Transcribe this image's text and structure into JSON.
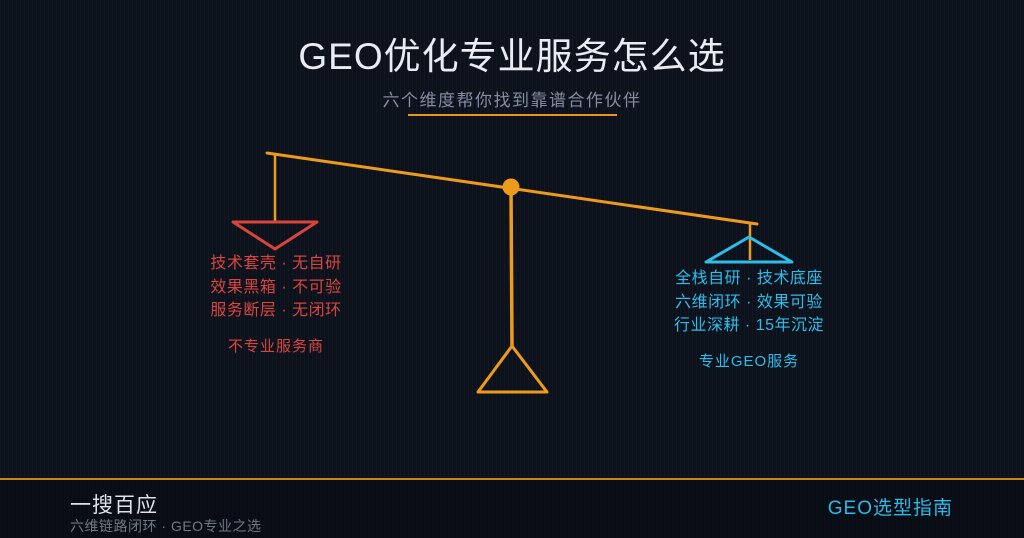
{
  "title": "GEO优化专业服务怎么选",
  "subtitle": "六个维度帮你找到靠谱合作伙伴",
  "left_panel": {
    "lines": [
      "技术套壳 · 无自研",
      "效果黑箱 · 不可验",
      "服务断层 · 无闭环"
    ],
    "label": "不专业服务商"
  },
  "right_panel": {
    "lines": [
      "全栈自研 · 技术底座",
      "六维闭环 · 效果可验",
      "行业深耕 · 15年沉淀"
    ],
    "label": "专业GEO服务"
  },
  "footer": {
    "brand": "一搜百应",
    "tagline": "六维链路闭环 · GEO专业之选",
    "badge": "GEO选型指南"
  },
  "colors": {
    "accent_orange": "#EE9B1C",
    "divider_orange": "#C8851A",
    "negative_red": "#D9453C",
    "positive_cyan": "#2EBDE9",
    "background": "#0C111C",
    "title_white": "#E9EDF3",
    "subtitle_gray": "#848DA0"
  }
}
